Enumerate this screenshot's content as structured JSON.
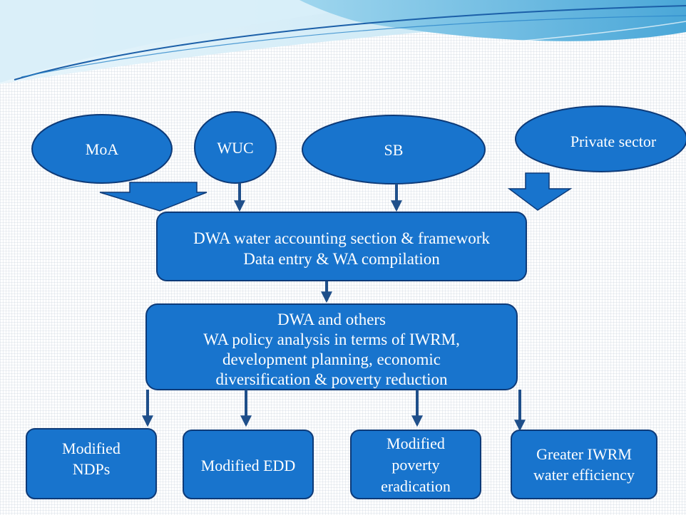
{
  "colors": {
    "node_fill": "#1874cd",
    "node_stroke": "#0d3a78",
    "connector": "#1f4f8a",
    "banner_light": "#cfeaf6",
    "banner_mid": "#6bbfe3",
    "banner_dark": "#2a7fc1"
  },
  "sources": [
    {
      "label": "MoA"
    },
    {
      "label": "WUC"
    },
    {
      "label": "SB"
    },
    {
      "label": "Private sector"
    }
  ],
  "accounting": {
    "lines": [
      "DWA water accounting section & framework",
      "Data entry & WA compilation"
    ]
  },
  "analysis": {
    "lines": [
      "DWA and others",
      "WA policy analysis in terms of IWRM,",
      "development planning, economic",
      "diversification & poverty reduction"
    ]
  },
  "outcomes": [
    {
      "lines": [
        "Modified",
        "NDPs"
      ]
    },
    {
      "lines": [
        "Modified EDD"
      ]
    },
    {
      "lines": [
        "Modified",
        "poverty",
        "eradication"
      ]
    },
    {
      "lines": [
        "Greater IWRM",
        "water efficiency"
      ]
    }
  ]
}
